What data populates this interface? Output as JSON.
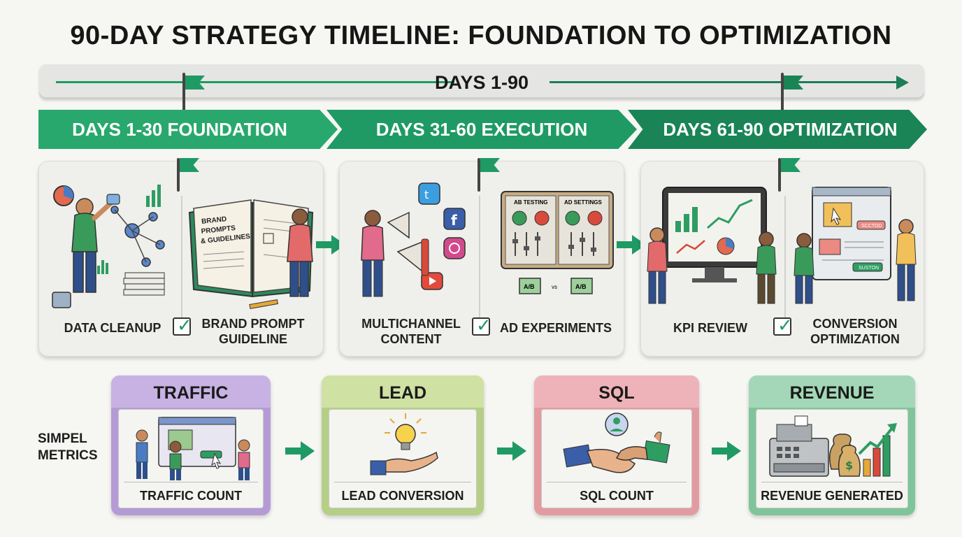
{
  "title": "90-DAY STRATEGY TIMELINE: FOUNDATION TO OPTIMIZATION",
  "timeline": {
    "label": "DAYS 1-90"
  },
  "phases": [
    {
      "label": "DAYS 1-30 FOUNDATION"
    },
    {
      "label": "DAYS 31-60 EXECUTION"
    },
    {
      "label": "DAYS 61-90 OPTIMIZATION"
    }
  ],
  "cards": [
    {
      "task_left": "DATA CLEANUP",
      "task_right": "BRAND PROMPT GUIDELINE",
      "book_text": "BRAND PROMPTS & GUIDELINES"
    },
    {
      "task_left": "MULTICHANNEL CONTENT",
      "task_right": "AD EXPERIMENTS",
      "board_left": "AB TESTING",
      "board_right": "AD SETTINGS",
      "ab_a": "A/B",
      "vs": "vs",
      "ab_b": "A/B"
    },
    {
      "task_left": "KPI REVIEW",
      "task_right": "CONVERSION OPTIMIZATION",
      "btn_a": "SCCTOD",
      "btn_b": "SUSTON"
    }
  ],
  "metrics_label": "SIMPEL METRICS",
  "metrics": [
    {
      "title": "TRAFFIC",
      "caption": "TRAFFIC COUNT"
    },
    {
      "title": "LEAD",
      "caption": "LEAD CONVERSION"
    },
    {
      "title": "SQL",
      "caption": "SQL COUNT"
    },
    {
      "title": "REVENUE",
      "caption": "REVENUE GENERATED"
    }
  ],
  "colors": {
    "green": "#1f9a64",
    "traffic": "#c8b2e3",
    "lead": "#cfe1a3",
    "sql": "#eeb3b8",
    "revenue": "#a3d7b7"
  }
}
